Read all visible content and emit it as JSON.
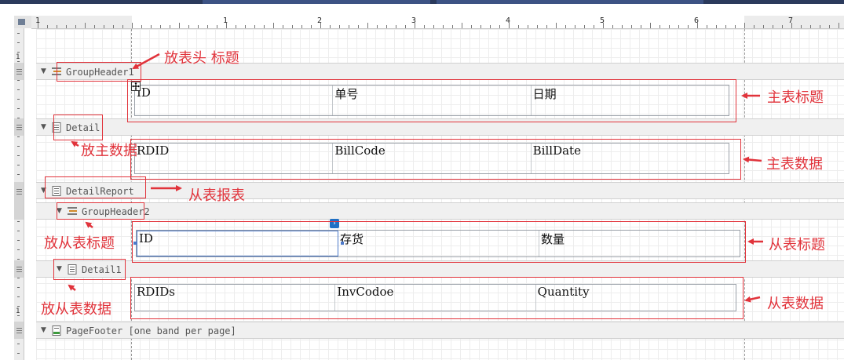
{
  "ruler": {
    "numbers": [
      "1",
      "1",
      "2",
      "3",
      "4",
      "5",
      "6",
      "7"
    ],
    "left_numbers": [
      "1",
      "1"
    ]
  },
  "bands": {
    "group_header1": "GroupHeader1",
    "detail": "Detail",
    "detail_report": "DetailReport",
    "group_header2": "GroupHeader2",
    "detail1": "Detail1",
    "page_footer": "PageFooter [one band per page]"
  },
  "tables": {
    "master_header": [
      "ID",
      "单号",
      "日期"
    ],
    "master_data": [
      "RDID",
      "BillCode",
      "BillDate"
    ],
    "detail_header": [
      "ID",
      "存货",
      "数量"
    ],
    "detail_data": [
      "RDIDs",
      "InvCodoe",
      "Quantity"
    ]
  },
  "annotations": {
    "put_header_title": "放表头  标题",
    "master_title": "主表标题",
    "put_master_data": "放主数据",
    "master_data": "主表数据",
    "detail_report": "从表报表",
    "put_detail_title": "放从表标题",
    "detail_title": "从表标题",
    "put_detail_data": "放从表数据",
    "detail_data": "从表数据"
  },
  "colors": {
    "annotation": "#e1333b",
    "band_header": "#f0f0f0",
    "selection": "#4c79c9",
    "smart_tag": "#1e6fc4"
  }
}
